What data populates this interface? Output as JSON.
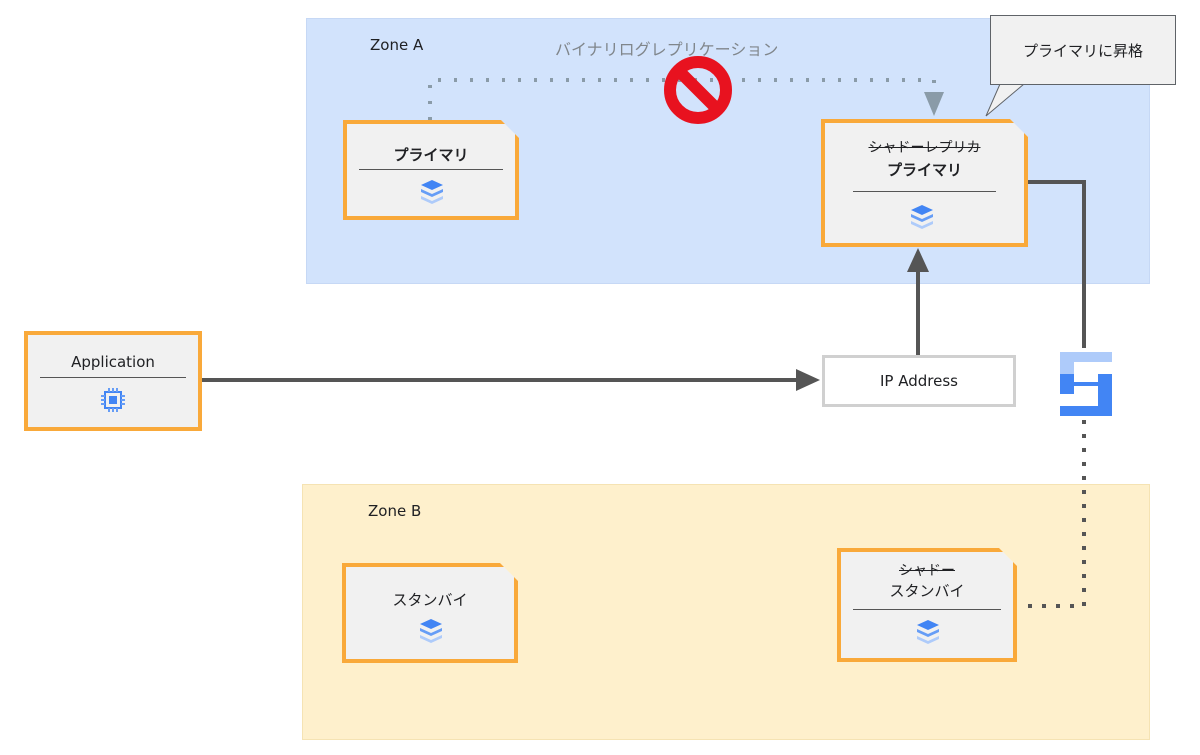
{
  "zones": {
    "zone_a": {
      "label": "Zone A",
      "color": "#d2e3fc"
    },
    "zone_b": {
      "label": "Zone B",
      "color": "#fef0cc"
    }
  },
  "replication": {
    "label": "バイナリログレプリケーション",
    "status_icon": "prohibited-icon"
  },
  "callout": {
    "text": "プライマリに昇格"
  },
  "nodes": {
    "primary_a": {
      "title": "プライマリ",
      "icon": "database-icon"
    },
    "promoted": {
      "old_role": "シャドーレプリカ",
      "new_role": "プライマリ",
      "icon": "database-icon"
    },
    "standby_b": {
      "title": "スタンバイ",
      "icon": "database-icon"
    },
    "shadow_standby": {
      "old_role": "シャドー",
      "new_role": "スタンバイ",
      "icon": "database-icon"
    },
    "application": {
      "title": "Application",
      "icon": "cpu-chip-icon"
    }
  },
  "ip_address": {
    "label": "IP Address"
  },
  "interconnect": {
    "icon": "interconnect-icon"
  },
  "colors": {
    "card_border": "#f9a93a",
    "card_fill": "#f1f1f1",
    "arrow": "#555555",
    "blocked": "#e8121f"
  }
}
